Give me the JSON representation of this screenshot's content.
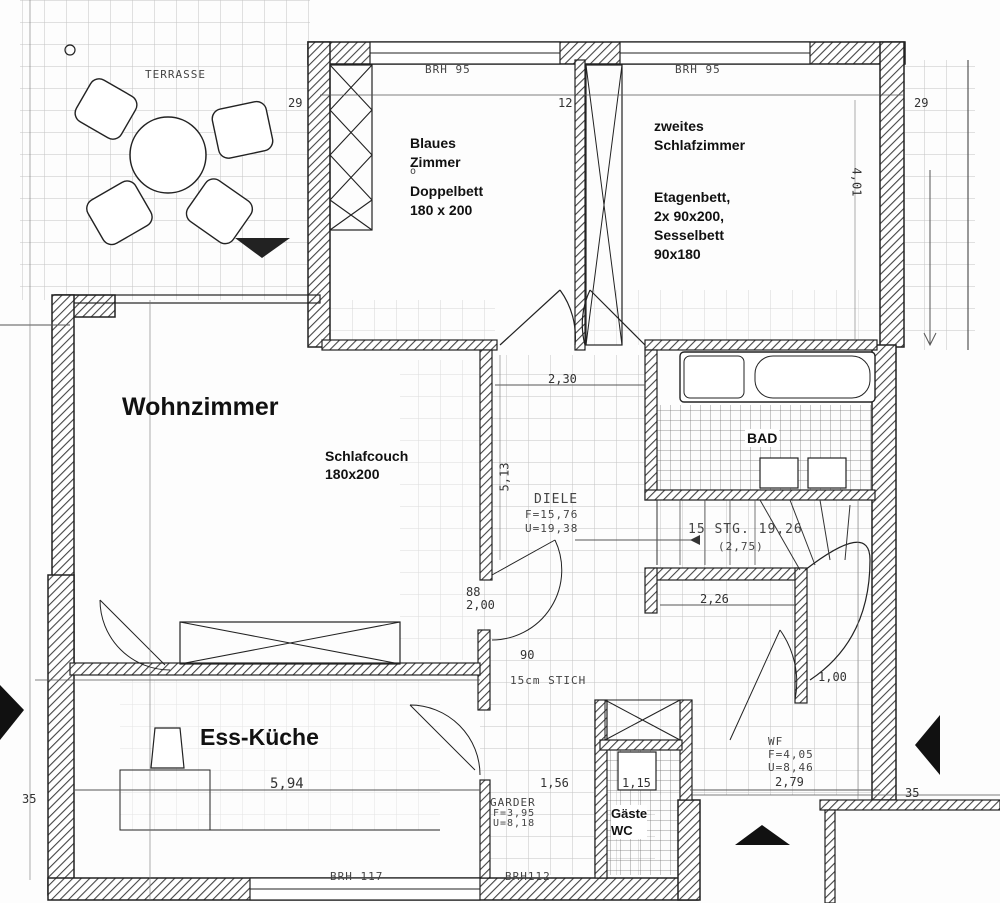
{
  "rooms": {
    "wohnzimmer": "Wohnzimmer",
    "schlafcouch_line1": "Schlafcouch",
    "schlafcouch_line2": "180x200",
    "blaues_line1": "Blaues",
    "blaues_line2": "Zimmer",
    "blaues_marker": "o",
    "blaues_line3": "Doppelbett",
    "blaues_line4": "180 x 200",
    "zweites_line1": "zweites",
    "zweites_line2": "Schlafzimmer",
    "zweites_line3": "Etagenbett,",
    "zweites_line4": "2x 90x200,",
    "zweites_line5": "Sesselbett",
    "zweites_line6": "90x180",
    "ess_kueche": "Ess-Küche",
    "bad": "BAD",
    "gaeste_line1": "Gäste",
    "gaeste_line2": "WC"
  },
  "annotations": {
    "terrasse": "TERRASSE",
    "brh_95_left": "BRH 95",
    "brh_95_right": "BRH 95",
    "brh_117": "BRH 117",
    "brh_112": "BRH112",
    "diele": "DIELE",
    "diele_f": "F=15,76",
    "diele_u": "U=19,38",
    "stairs": "15 STG. 19,26",
    "stairs_sub": "(2,75)",
    "stich": "15cm STICH",
    "garderobe": "GARDER",
    "garderobe_f": "F=3,95",
    "garderobe_u": "U=8,18",
    "wf": "WF",
    "wf_f": "F=4,05",
    "wf_u": "U=8,46"
  },
  "dimensions": {
    "d_230": "2,30",
    "d_226": "2,26",
    "d_594": "5,94",
    "d_156": "1,56",
    "d_279": "2,79",
    "d_100": "1,00",
    "d_29_left": "29",
    "d_29_right": "29",
    "d_35_left": "35",
    "d_35_right": "35",
    "d_12": "12",
    "d_513": "5,13",
    "d_88_200_a": "88",
    "d_88_200_b": "2,00",
    "d_90": "90",
    "d_115": "1,15",
    "d_401": "4,01"
  },
  "colors": {
    "wall": "#3a3a3a",
    "hatch": "#555555",
    "grid": "#bdbdbd",
    "ink": "#111111"
  }
}
